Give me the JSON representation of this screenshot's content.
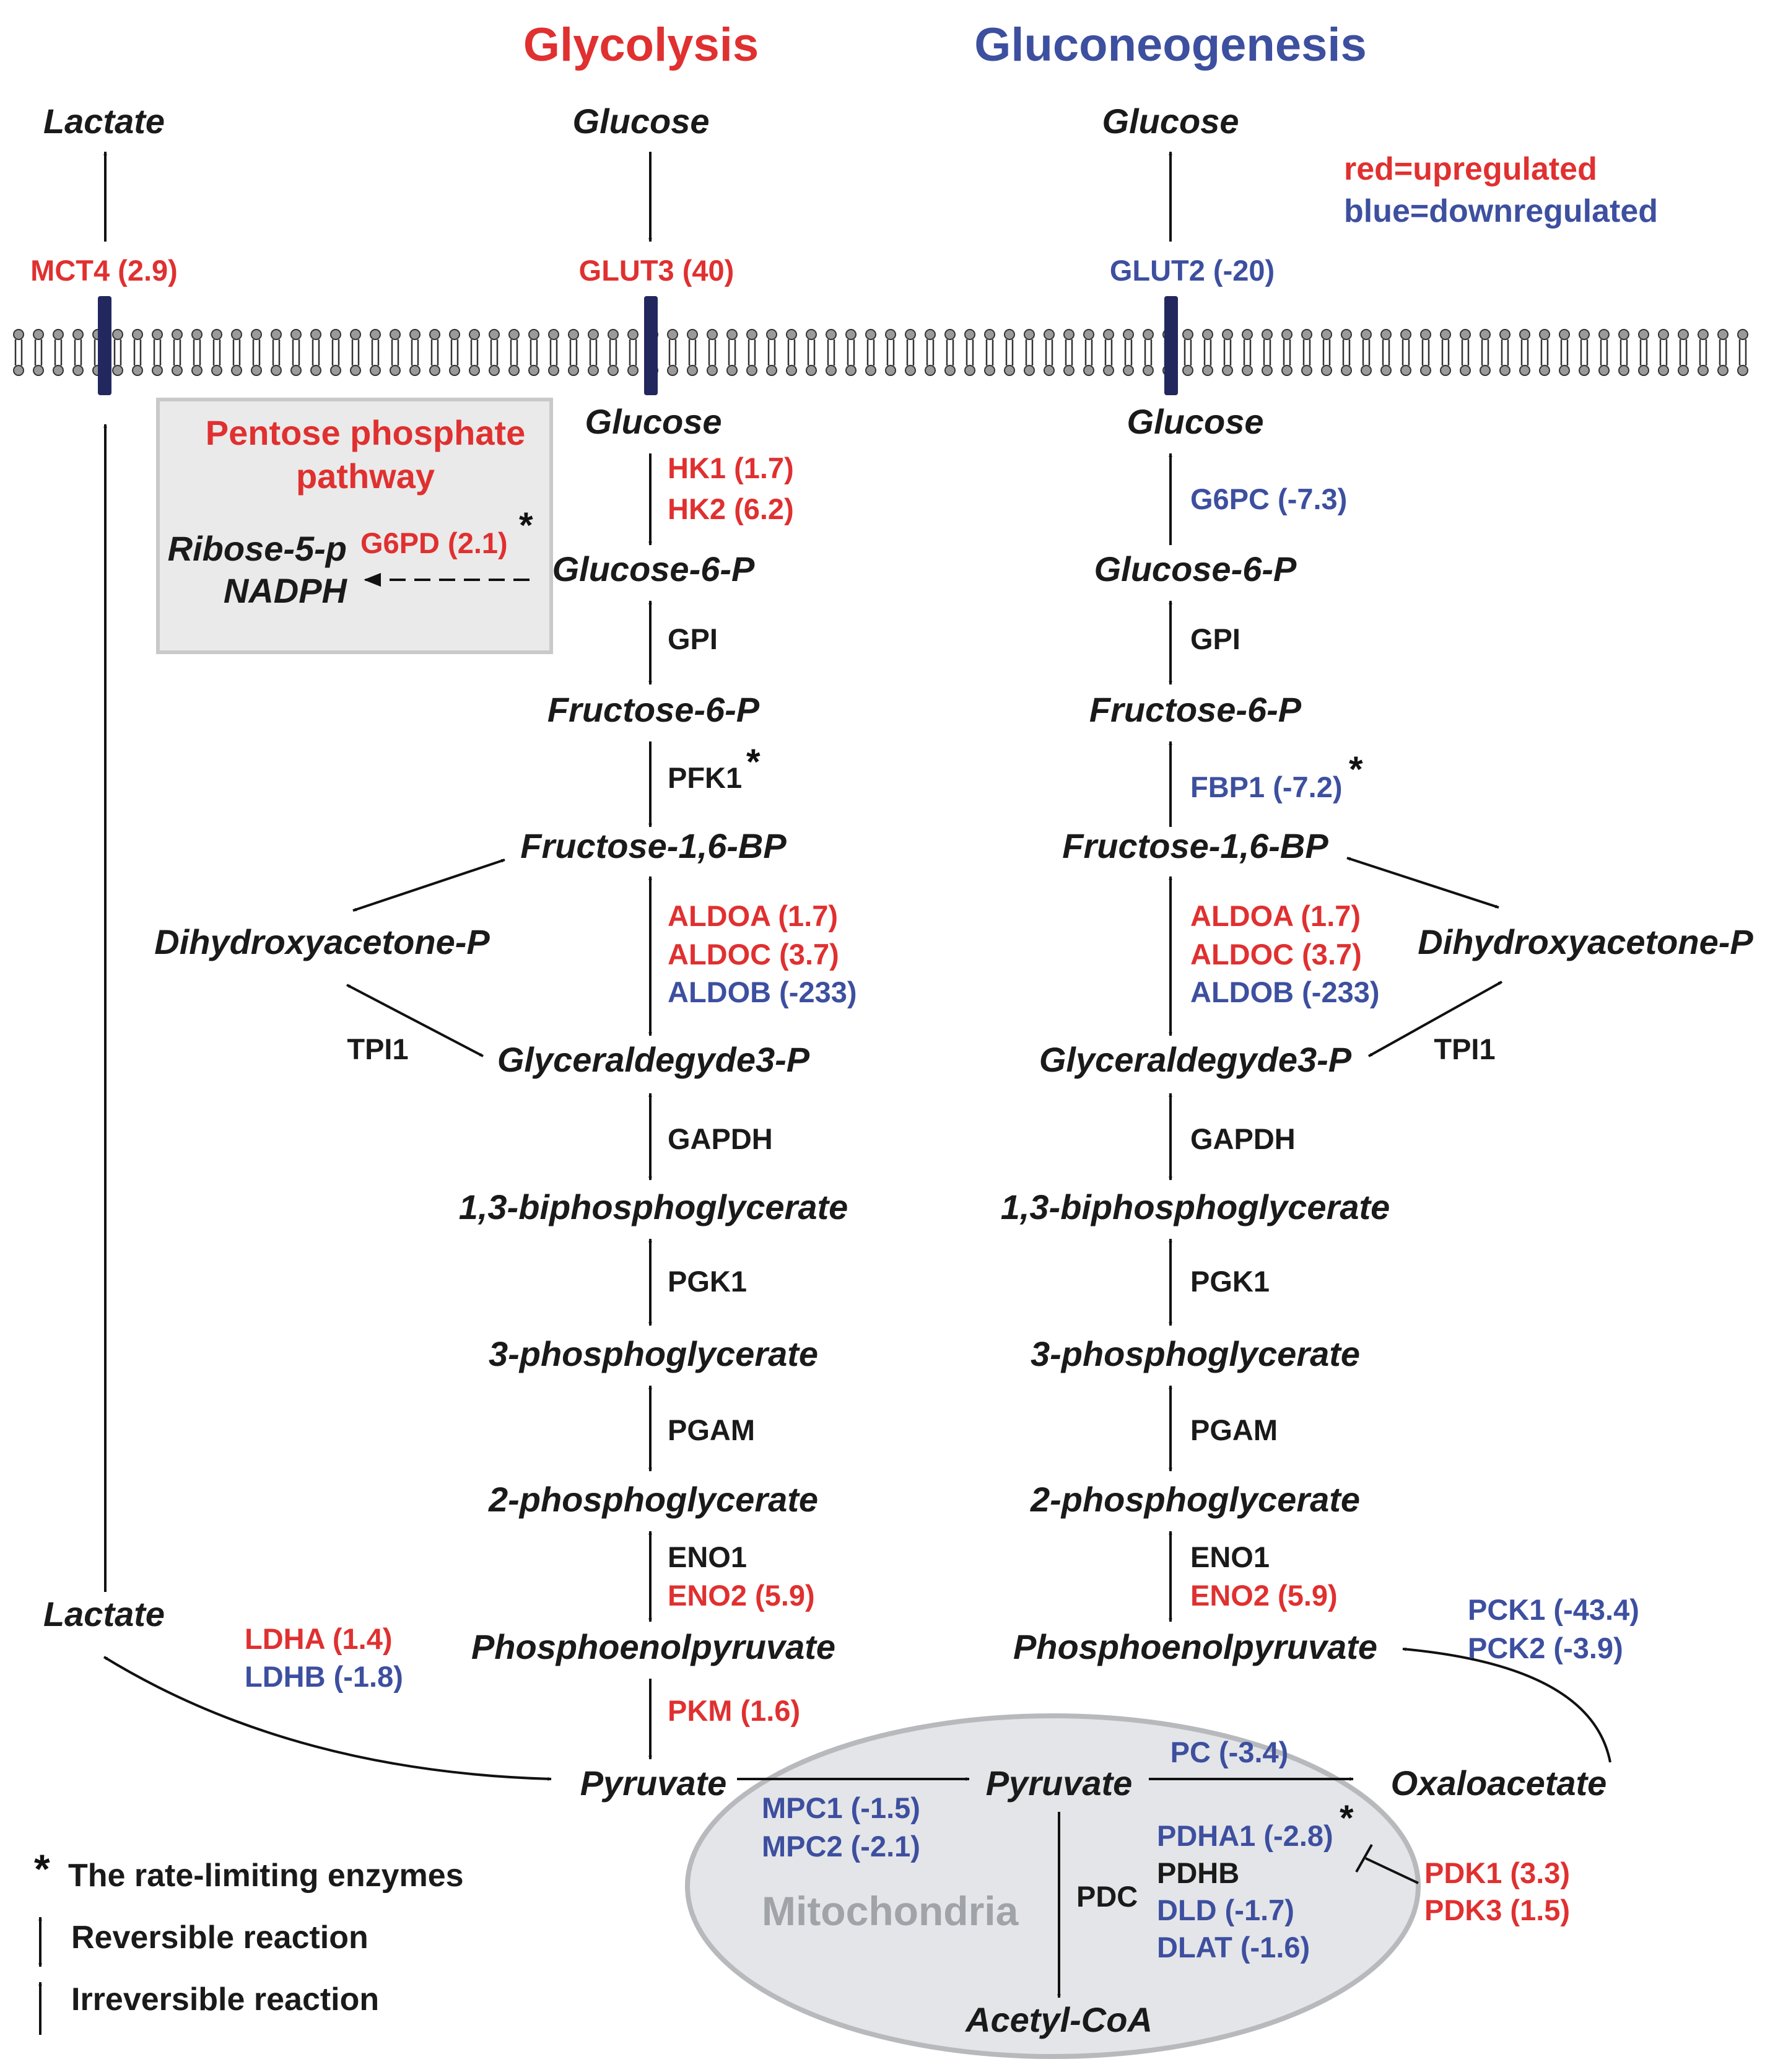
{
  "title": {
    "glycolysis": "Glycolysis",
    "gluconeogenesis": "Gluconeogenesis"
  },
  "legend_colors": {
    "red": "red=upregulated",
    "blue": "blue=downregulated"
  },
  "colors": {
    "up": "#e03030",
    "down": "#3d4f9f",
    "membrane_channel": "#22285e",
    "mito_fill": "#e4e5e8",
    "mito_label": "#a0a3a8"
  },
  "transporters": {
    "mct4": "MCT4 (2.9)",
    "glut3": "GLUT3 (40)",
    "glut2": "GLUT2 (-20)"
  },
  "outside": {
    "lactate": "Lactate",
    "glucose_left": "Glucose",
    "glucose_right": "Glucose"
  },
  "ppp": {
    "title_line1": "Pentose phosphate",
    "title_line2": "pathway",
    "enzyme": "G6PD (2.1)",
    "star": "*",
    "product1": "Ribose-5-p",
    "product2": "NADPH"
  },
  "glycolysis": {
    "glucose": "Glucose",
    "hk1": "HK1 (1.7)",
    "hk2": "HK2 (6.2)",
    "g6p": "Glucose-6-P",
    "gpi": "GPI",
    "f6p": "Fructose-6-P",
    "pfk1": "PFK1",
    "star": "*",
    "f16bp": "Fructose-1,6-BP",
    "aldoa": "ALDOA (1.7)",
    "aldoc": "ALDOC (3.7)",
    "aldob": "ALDOB (-233)",
    "dhap": "Dihydroxyacetone-P",
    "tpi1": "TPI1",
    "g3p": "Glyceraldegyde3-P",
    "gapdh": "GAPDH",
    "bpg": "1,3-biphosphoglycerate",
    "pgk1": "PGK1",
    "pg3": "3-phosphoglycerate",
    "pgam": "PGAM",
    "pg2": "2-phosphoglycerate",
    "eno1": "ENO1",
    "eno2": "ENO2 (5.9)",
    "pep": "Phosphoenolpyruvate",
    "pkm": "PKM (1.6)",
    "pyruvate": "Pyruvate",
    "lactate": "Lactate",
    "ldha": "LDHA (1.4)",
    "ldhb": "LDHB (-1.8)"
  },
  "gluconeogenesis": {
    "glucose": "Glucose",
    "g6pc": "G6PC (-7.3)",
    "g6p": "Glucose-6-P",
    "gpi": "GPI",
    "f6p": "Fructose-6-P",
    "fbp1": "FBP1 (-7.2)",
    "star": "*",
    "f16bp": "Fructose-1,6-BP",
    "aldoa": "ALDOA (1.7)",
    "aldoc": "ALDOC (3.7)",
    "aldob": "ALDOB (-233)",
    "dhap": "Dihydroxyacetone-P",
    "tpi1": "TPI1",
    "g3p": "Glyceraldegyde3-P",
    "gapdh": "GAPDH",
    "bpg": "1,3-biphosphoglycerate",
    "pgk1": "PGK1",
    "pg3": "3-phosphoglycerate",
    "pgam": "PGAM",
    "pg2": "2-phosphoglycerate",
    "eno1": "ENO1",
    "eno2": "ENO2 (5.9)",
    "pep": "Phosphoenolpyruvate",
    "pck1": "PCK1 (-43.4)",
    "pck2": "PCK2 (-3.9)"
  },
  "mito": {
    "label": "Mitochondria",
    "mpc1": "MPC1 (-1.5)",
    "mpc2": "MPC2 (-2.1)",
    "pyruvate": "Pyruvate",
    "pc": "PC (-3.4)",
    "oxaloacetate": "Oxaloacetate",
    "pdc": "PDC",
    "pdha1": "PDHA1 (-2.8)",
    "star": "*",
    "pdhb": "PDHB",
    "dld": "DLD (-1.7)",
    "dlat": "DLAT (-1.6)",
    "pdk1": "PDK1 (3.3)",
    "pdk3": "PDK3 (1.5)",
    "acetyl_coa": "Acetyl-CoA"
  },
  "key": {
    "star": "*",
    "rate_limiting": "The rate-limiting enzymes",
    "reversible": "Reversible reaction",
    "irreversible": "Irreversible reaction"
  }
}
